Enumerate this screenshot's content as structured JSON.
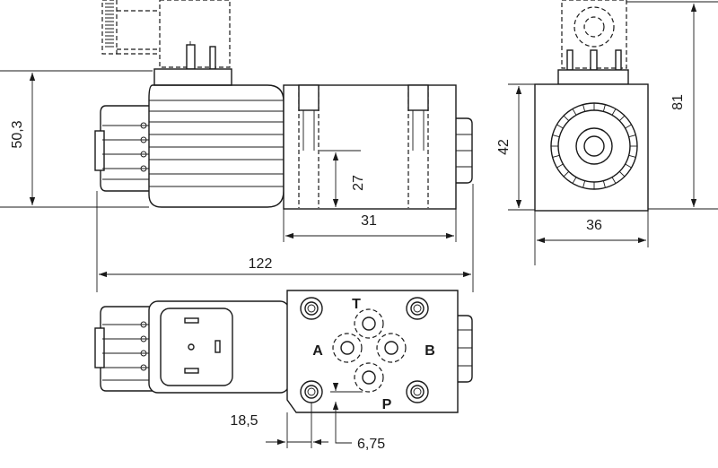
{
  "dimensions": {
    "d_50_3": "50,3",
    "d_27": "27",
    "d_31": "31",
    "d_122": "122",
    "d_42": "42",
    "d_81": "81",
    "d_36": "36",
    "d_18_5": "18,5",
    "d_6_75": "6,75"
  },
  "ports": {
    "t": "T",
    "a": "A",
    "b": "B",
    "p": "P"
  }
}
